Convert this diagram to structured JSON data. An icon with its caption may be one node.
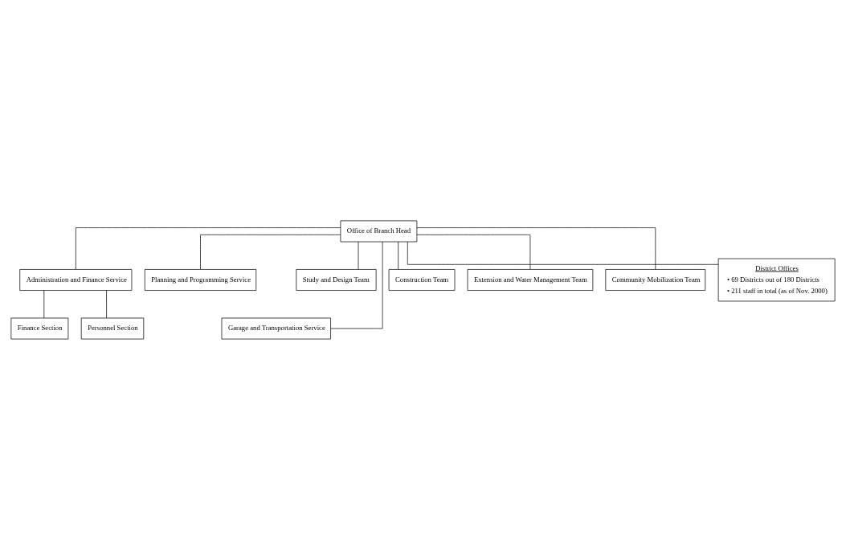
{
  "diagram": {
    "nodes": [
      {
        "text": [
          "Office of Branch Head"
        ]
      },
      {
        "text": [
          "Administration and Finance Service"
        ]
      },
      {
        "text": [
          "Planning and Programming Service"
        ]
      },
      {
        "text": [
          "Finance Section"
        ]
      },
      {
        "text": [
          "Personnel Section"
        ]
      },
      {
        "text": [
          "Garage and Transportation Service"
        ]
      },
      {
        "text": [
          "Study and Design Team"
        ]
      },
      {
        "text": [
          "Construction Team"
        ]
      },
      {
        "text": [
          "Extension and Water Management Team"
        ]
      },
      {
        "text": [
          "Community Mobilization Team"
        ]
      },
      {
        "text": [
          "District Offices",
          "• 69 Districts out of 180 Districts",
          "• 211 staff in total (as of Nov. 2000)"
        ]
      }
    ],
    "edges": [
      {
        "from": 0,
        "to": 1,
        "arrow": "none"
      },
      {
        "from": 0,
        "to": 2,
        "arrow": "none"
      },
      {
        "from": 1,
        "to": 3,
        "arrow": "none"
      },
      {
        "from": 1,
        "to": 4,
        "arrow": "none"
      },
      {
        "from": 0,
        "to": 5,
        "arrow": "none"
      },
      {
        "from": 0,
        "to": 6,
        "arrow": "none"
      },
      {
        "from": 0,
        "to": 7,
        "arrow": "none"
      },
      {
        "from": 0,
        "to": 8,
        "arrow": "none"
      },
      {
        "from": 0,
        "to": 9,
        "arrow": "none"
      },
      {
        "from": 0,
        "to": 10,
        "arrow": "none"
      }
    ]
  }
}
